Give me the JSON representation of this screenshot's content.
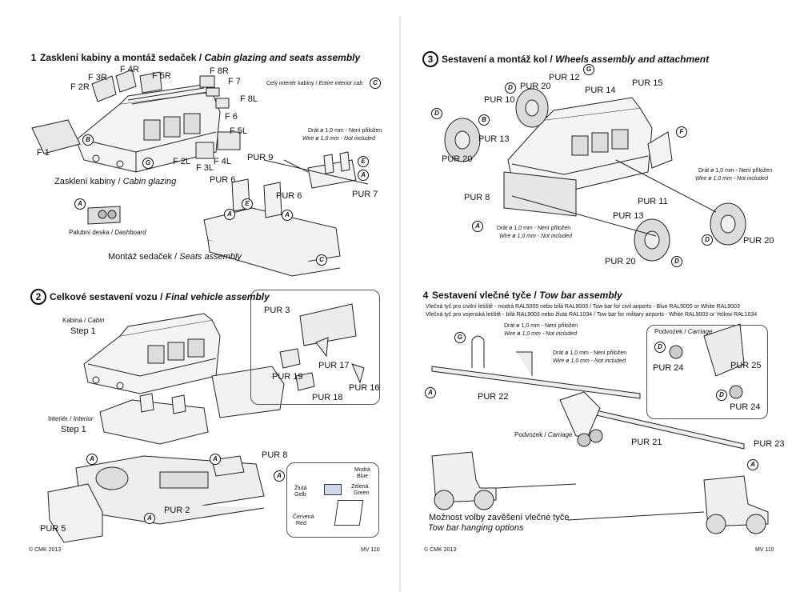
{
  "section1": {
    "num": "1",
    "title_cz": "Zasklení kabiny a montáž sedaček / ",
    "title_en": "Cabin glazing and seats assembly",
    "parts": [
      "F 3R",
      "F 4R",
      "F 5R",
      "F 2R",
      "F 8R",
      "F 7",
      "F 8L",
      "F 6",
      "F 5L",
      "F 4L",
      "F 3L",
      "F 2L",
      "F 1"
    ],
    "caption_glazing_cz": "Zasklení kabiny / ",
    "caption_glazing_en": "Cabin glazing",
    "dashboard_cz": "Palubní deska / ",
    "dashboard_en": "Dashboard",
    "interior_cz": "Celý interiér kabiny / ",
    "interior_en": "Entire interior cab",
    "wire_cz": "Drát ø 1,0 mm - Není přiložen",
    "wire_en": "Wire ø 1,0 mm - Not included",
    "pur9": "PUR 9",
    "pur6a": "PUR 6",
    "pur6b": "PUR 6",
    "pur7": "PUR 7",
    "seats_cz": "Montáž sedaček / ",
    "seats_en": "Seats assembly"
  },
  "section2": {
    "num": "2",
    "title_cz": "Celkové sestavení vozu / ",
    "title_en": "Final vehicle assembly",
    "cabin_cz": "Kabina / ",
    "cabin_en": "Cabin",
    "step1a": "Step 1",
    "interior_cz": "Interiér / ",
    "interior_en": "Interior",
    "step1b": "Step 1",
    "pur2": "PUR 2",
    "pur5": "PUR 5",
    "pur8": "PUR 8",
    "pur3": "PUR 3",
    "pur19": "PUR 19",
    "pur17": "PUR 17",
    "pur18": "PUR 18",
    "pur16": "PUR 16",
    "modra_cz": "Modrá",
    "modra_en": "Blue",
    "zluta_cz": "Žlutá",
    "zluta_en": "Gelb",
    "zelena_cz": "Zelená",
    "zelena_en": "Green",
    "cervena_cz": "Červená",
    "cervena_en": "Red",
    "copyright": "© CMK 2013",
    "page": "MV 110"
  },
  "section3": {
    "num": "3",
    "title_cz": "Sestavení a montáž kol / ",
    "title_en": "Wheels assembly and attachment",
    "pur12": "PUR 12",
    "pur15": "PUR 15",
    "pur20a": "PUR 20",
    "pur14": "PUR 14",
    "pur10": "PUR 10",
    "pur13a": "PUR 13",
    "pur20b": "PUR 20",
    "pur8": "PUR 8",
    "pur11": "PUR 11",
    "pur13b": "PUR 13",
    "pur20c": "PUR 20",
    "pur20d": "PUR 20",
    "wire1_cz": "Drát ø  1,0 mm - Není přiložen",
    "wire1_en": "Wire ø  1,0 mm - Not included",
    "wire2_cz": "Drát ø  1,0 mm - Není přiložen",
    "wire2_en": "Wire ø  1,0 mm - Not included"
  },
  "section4": {
    "num": "4",
    "title_cz": "Sestavení vlečné tyče / ",
    "title_en": "Tow bar assembly",
    "note1": "Vlečná tyč pro civilní letiště - modrá RAL5005 nebo bílá RAL9003 / Tow bar for civil airports - Blue RAL5005 or White RAL9003",
    "note2": "Vlečná tyč pro vojenská letiště - bílá RAL9003 nebo žlutá RAL1034 / Tow bar for military airports - White RAL9003 or Yellow RAL1034",
    "wire1_cz": "Drát ø  1,0 mm - Není přiložen",
    "wire1_en": "Wire ø  1,0 mm - Not included",
    "wire2_cz": "Drát ø  1,0 mm - Není přiložen",
    "wire2_en": "Wire ø  1,0 mm - Not included",
    "carriage_cz": "Podvozek / ",
    "carriage_en": "Carriage",
    "carriage2_cz": "Podvozek / ",
    "carriage2_en": "Carriage",
    "pur22": "PUR 22",
    "pur21": "PUR 21",
    "pur23": "PUR 23",
    "pur24a": "PUR 24",
    "pur25": "PUR 25",
    "pur24b": "PUR 24",
    "options_cz": "Možnost volby zavěšení vlečné tyče",
    "options_en": "Tow bar hanging options",
    "copyright": "© CMK 2013",
    "page": "MV 110"
  }
}
